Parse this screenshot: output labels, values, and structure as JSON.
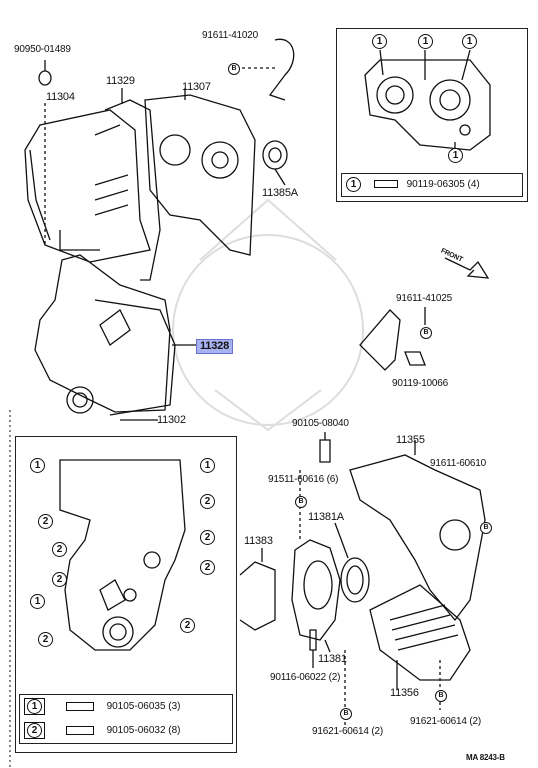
{
  "labels": {
    "p90950_01489": "90950-01489",
    "p91611_41020": "91611-41020",
    "p11304": "11304",
    "p11329": "11329",
    "p11307": "11307",
    "p11385A": "11385A",
    "p11328": "11328",
    "p11302": "11302",
    "p91611_41025": "91611-41025",
    "p90119_10066": "90119-10066",
    "p90105_08040": "90105-08040",
    "p11355": "11355",
    "p91611_60610": "91611-60610",
    "p91511_60616": "91511-60616 (6)",
    "p11381A": "11381A",
    "p11383": "11383",
    "p11381": "11381",
    "p90116_06022": "90116-06022 (2)",
    "p11356": "11356",
    "p91621_60614a": "91621-60614 (2)",
    "p91621_60614b": "91621-60614 (2)",
    "front": "FRONT",
    "diagram_id": "MA 8243-B",
    "ref_b": "B"
  },
  "legend_top": {
    "num": "1",
    "part": "90119-06305 (4)"
  },
  "legend_bottom": [
    {
      "num": "1",
      "part": "90105-06035 (3)"
    },
    {
      "num": "2",
      "part": "90105-06032 (8)"
    }
  ],
  "callouts": {
    "one": "1",
    "two": "2"
  },
  "colors": {
    "highlight": "#a9b2f0",
    "line": "#111111"
  }
}
